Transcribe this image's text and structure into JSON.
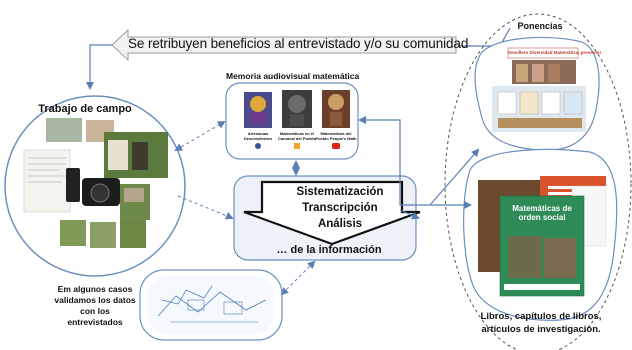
{
  "banner": {
    "text": "Se retribuyen beneficios al entrevistado y/o su comunidad"
  },
  "memoria": {
    "title": "Memoria audiovisual matemática",
    "logos": [
      {
        "label": "Artesanías Descendientes"
      },
      {
        "label": "Matemáticas en el Carnaval del Pueblo"
      },
      {
        "label": "Matemáticas del Pueblo People's Math"
      }
    ]
  },
  "trabajo": {
    "title": "Trabajo de campo"
  },
  "process": {
    "steps": [
      "Sistematización",
      "Transcripción",
      "Análisis"
    ],
    "footer": "… de la información"
  },
  "validation": {
    "caption": "Em algunos casos validamos los datos con los entrevistados"
  },
  "ponencias": {
    "title": "Ponencias",
    "poster_title": "Semillero Diversidad Matemática, presente!"
  },
  "books": {
    "cover_title": "Matemáticas de orden social",
    "caption_line1": "Libros, capítulos de libros,",
    "caption_line2": "artículos de investigación."
  },
  "colors": {
    "connector": "#5b7fb5",
    "panel_border": "#6d8fbf",
    "book_green": "#2e8b57",
    "book_orange": "#d9532c",
    "poster_red": "#c0392b"
  }
}
